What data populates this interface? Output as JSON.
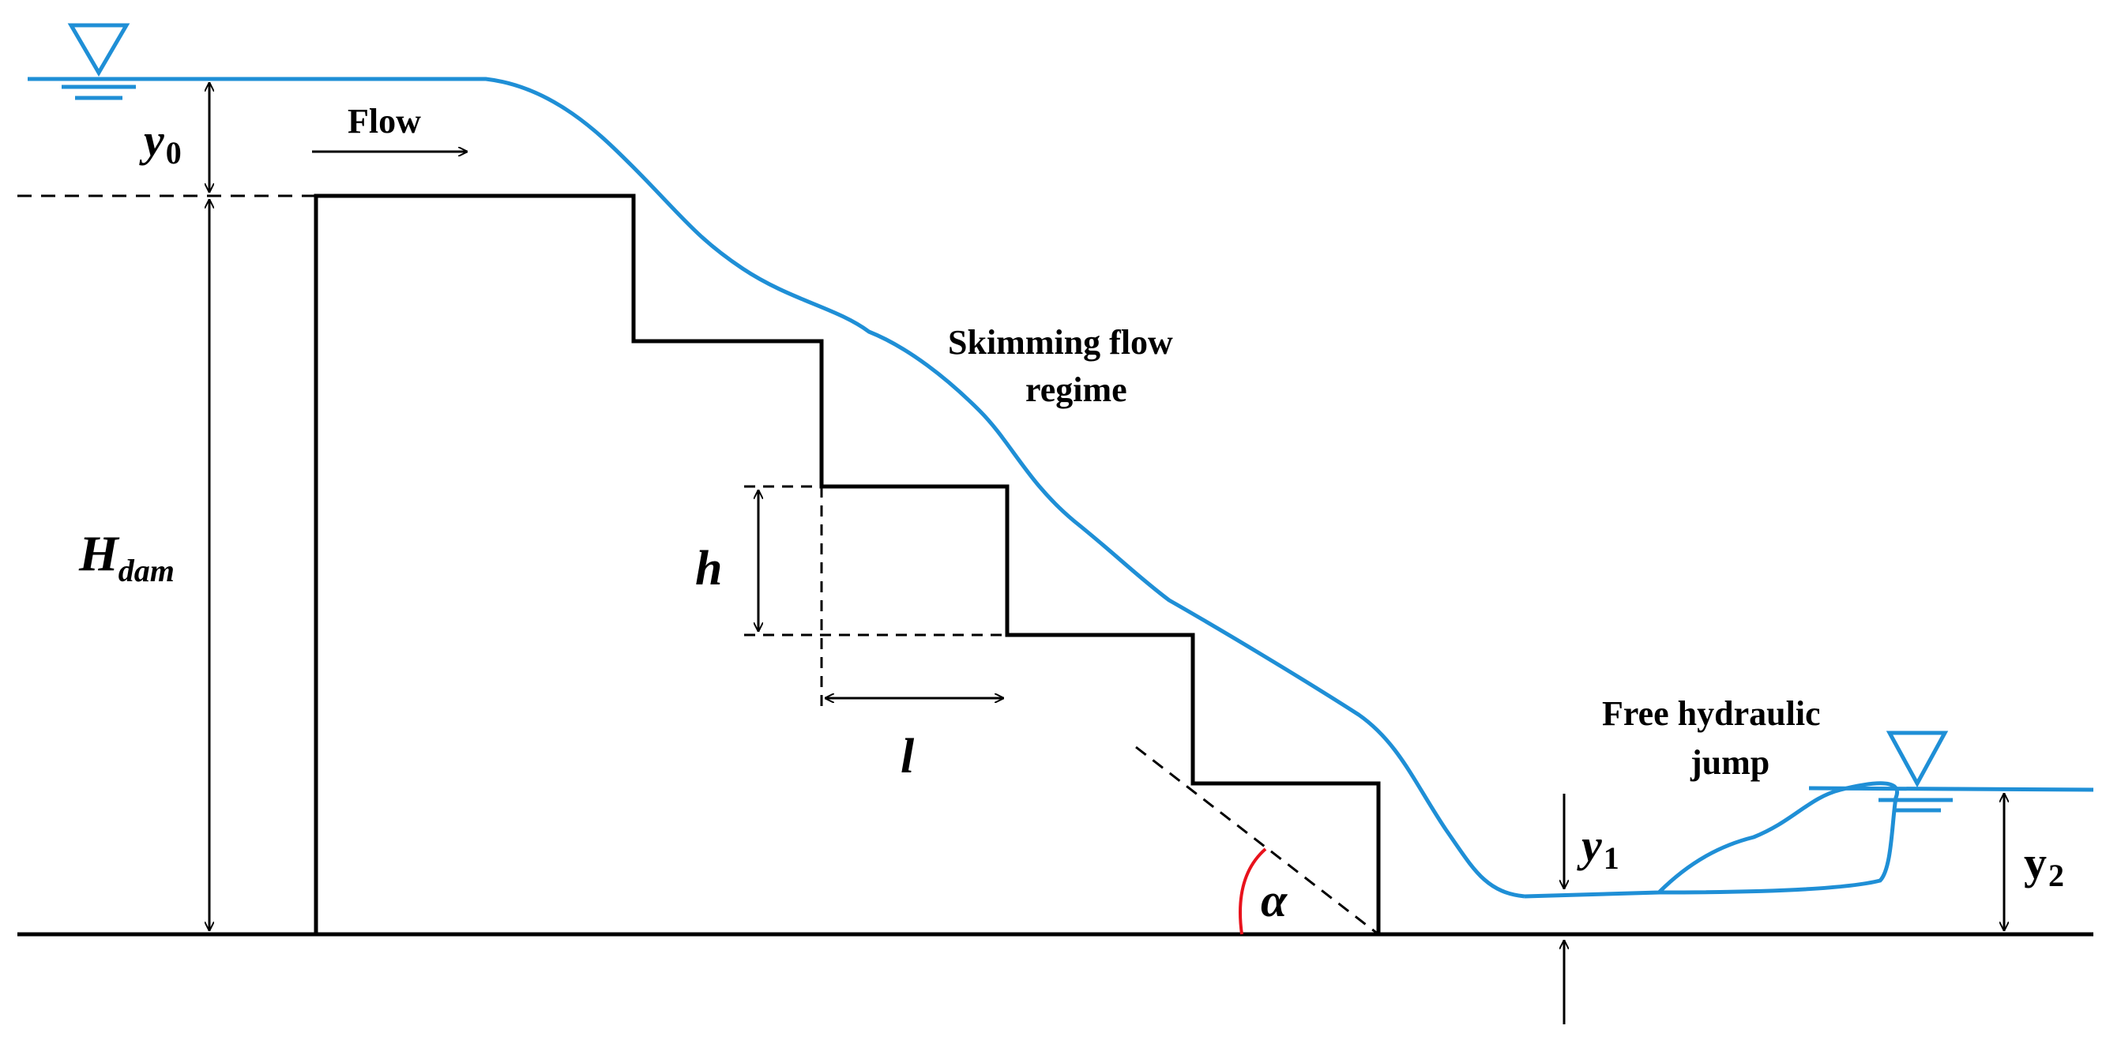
{
  "labels": {
    "flow": "Flow",
    "skimming_line1": "Skimming flow",
    "skimming_line2": "regime",
    "jump_line1": "Free hydraulic",
    "jump_line2": "jump"
  },
  "symbols": {
    "y0_main": "y",
    "y0_sub": "0",
    "hdam_main": "H",
    "hdam_sub": "dam",
    "h": "h",
    "l": "l",
    "alpha": "α",
    "y1_main": "y",
    "y1_sub": "1",
    "y2_main": "y",
    "y2_sub": "2"
  },
  "colors": {
    "water": "#1f8fd6",
    "structure": "#000000",
    "angle_arc": "#e8121c"
  }
}
